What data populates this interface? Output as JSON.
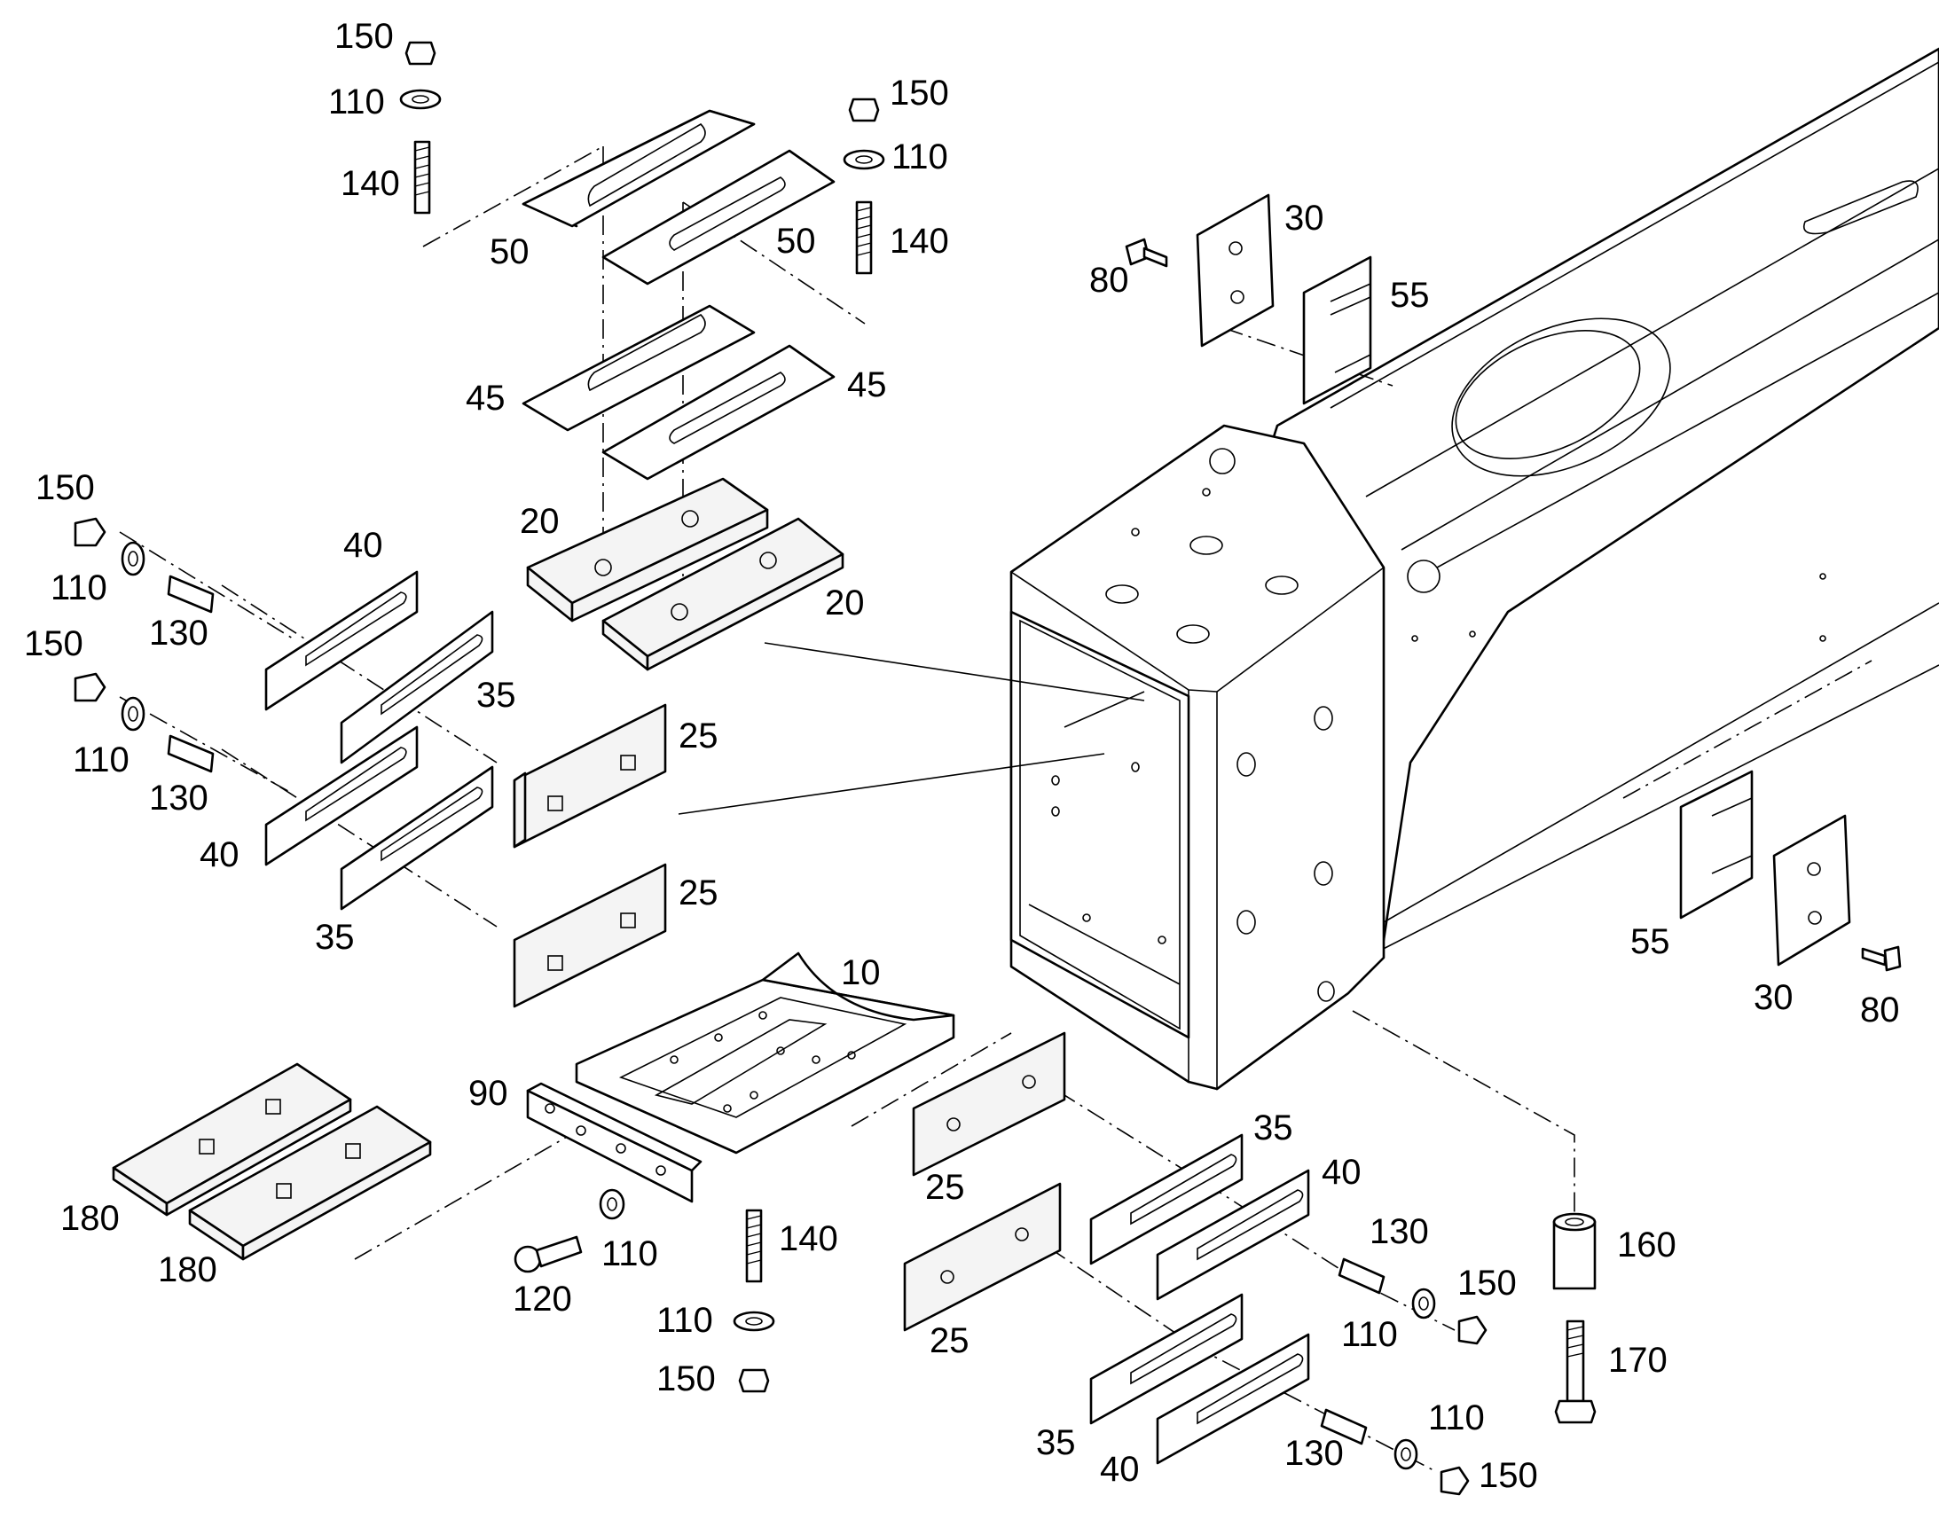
{
  "diagram": {
    "callouts": [
      {
        "id": "c1",
        "text": "150"
      },
      {
        "id": "c2",
        "text": "110"
      },
      {
        "id": "c3",
        "text": "140"
      },
      {
        "id": "c4",
        "text": "50"
      },
      {
        "id": "c5",
        "text": "50"
      },
      {
        "id": "c6",
        "text": "150"
      },
      {
        "id": "c7",
        "text": "110"
      },
      {
        "id": "c8",
        "text": "140"
      },
      {
        "id": "c9",
        "text": "45"
      },
      {
        "id": "c10",
        "text": "45"
      },
      {
        "id": "c11",
        "text": "20"
      },
      {
        "id": "c12",
        "text": "20"
      },
      {
        "id": "c13",
        "text": "30"
      },
      {
        "id": "c14",
        "text": "80"
      },
      {
        "id": "c15",
        "text": "55"
      },
      {
        "id": "c16",
        "text": "150"
      },
      {
        "id": "c17",
        "text": "110"
      },
      {
        "id": "c18",
        "text": "130"
      },
      {
        "id": "c19",
        "text": "40"
      },
      {
        "id": "c20",
        "text": "150"
      },
      {
        "id": "c21",
        "text": "110"
      },
      {
        "id": "c22",
        "text": "130"
      },
      {
        "id": "c23",
        "text": "35"
      },
      {
        "id": "c24",
        "text": "25"
      },
      {
        "id": "c25",
        "text": "40"
      },
      {
        "id": "c26",
        "text": "35"
      },
      {
        "id": "c27",
        "text": "25"
      },
      {
        "id": "c28",
        "text": "10"
      },
      {
        "id": "c29",
        "text": "55"
      },
      {
        "id": "c30",
        "text": "30"
      },
      {
        "id": "c31",
        "text": "80"
      },
      {
        "id": "c32",
        "text": "90"
      },
      {
        "id": "c33",
        "text": "180"
      },
      {
        "id": "c34",
        "text": "180"
      },
      {
        "id": "c35",
        "text": "25"
      },
      {
        "id": "c36",
        "text": "35"
      },
      {
        "id": "c37",
        "text": "40"
      },
      {
        "id": "c38",
        "text": "130"
      },
      {
        "id": "c39",
        "text": "110"
      },
      {
        "id": "c40",
        "text": "150"
      },
      {
        "id": "c41",
        "text": "160"
      },
      {
        "id": "c42",
        "text": "170"
      },
      {
        "id": "c43",
        "text": "120"
      },
      {
        "id": "c44",
        "text": "110"
      },
      {
        "id": "c45",
        "text": "140"
      },
      {
        "id": "c46",
        "text": "110"
      },
      {
        "id": "c47",
        "text": "150"
      },
      {
        "id": "c48",
        "text": "25"
      },
      {
        "id": "c49",
        "text": "35"
      },
      {
        "id": "c50",
        "text": "40"
      },
      {
        "id": "c51",
        "text": "130"
      },
      {
        "id": "c52",
        "text": "110"
      },
      {
        "id": "c53",
        "text": "150"
      }
    ]
  }
}
